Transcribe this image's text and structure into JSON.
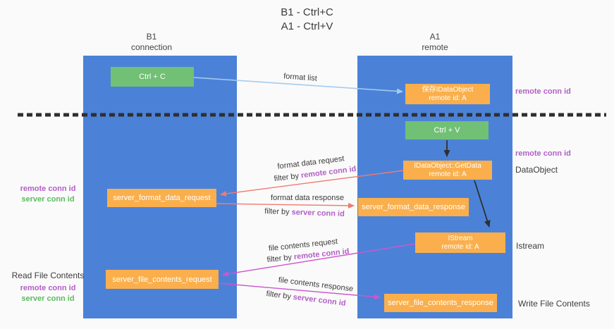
{
  "title": {
    "line1": "B1 - Ctrl+C",
    "line2": "A1 - Ctrl+V"
  },
  "lanes": {
    "left": {
      "name": "B1",
      "role": "connection"
    },
    "right": {
      "name": "A1",
      "role": "remote"
    }
  },
  "nodes": {
    "ctrl_c": {
      "label": "Ctrl + C"
    },
    "ctrl_v": {
      "label": "Ctrl + V"
    },
    "save_dataobject": {
      "line1": "保存IDataObject",
      "line2": "remote id: A"
    },
    "getdata": {
      "line1": "IDataObject::GetData",
      "line2": "remote id: A"
    },
    "istream": {
      "line1": "IStream",
      "line2": "remote id: A"
    },
    "format_request": {
      "label": "server_format_data_request"
    },
    "format_response": {
      "label": "server_format_data_response"
    },
    "file_request": {
      "label": "server_file_contents_request"
    },
    "file_response": {
      "label": "server_file_contents_response"
    }
  },
  "right_labels": {
    "remote_conn_id_top": "remote conn id",
    "remote_conn_id_mid": "remote conn id",
    "dataobject": "DataObject",
    "istream": "Istream",
    "write_file_contents": "Write File Contents"
  },
  "left_labels": {
    "format_remote_conn_id": "remote conn id",
    "format_server_conn_id": "server conn id",
    "read_file_contents": "Read File Contents",
    "file_remote_conn_id": "remote conn id",
    "file_server_conn_id": "server conn id"
  },
  "flow_labels": {
    "format_list": "format list",
    "format_data_request": "format data request",
    "format_data_response": "format data response",
    "file_contents_request": "file contents request",
    "file_contents_response": "file contents response",
    "filter_by": "filter by",
    "remote_conn_id": "remote conn id",
    "server_conn_id": "server conn id"
  },
  "colors": {
    "lane_blue": "#4B82D8",
    "node_orange": "#FAAF4C",
    "node_green": "#71C075",
    "purple_text": "#B25FC6",
    "green_text": "#5CBB60",
    "arrow_salmon": "#F07B70",
    "arrow_magenta": "#CE56CE",
    "arrow_lightblue": "#A6CBEF",
    "arrow_black": "#2F2F2F",
    "dark_text": "#3C3C3C",
    "background": "#FAFAFA"
  }
}
